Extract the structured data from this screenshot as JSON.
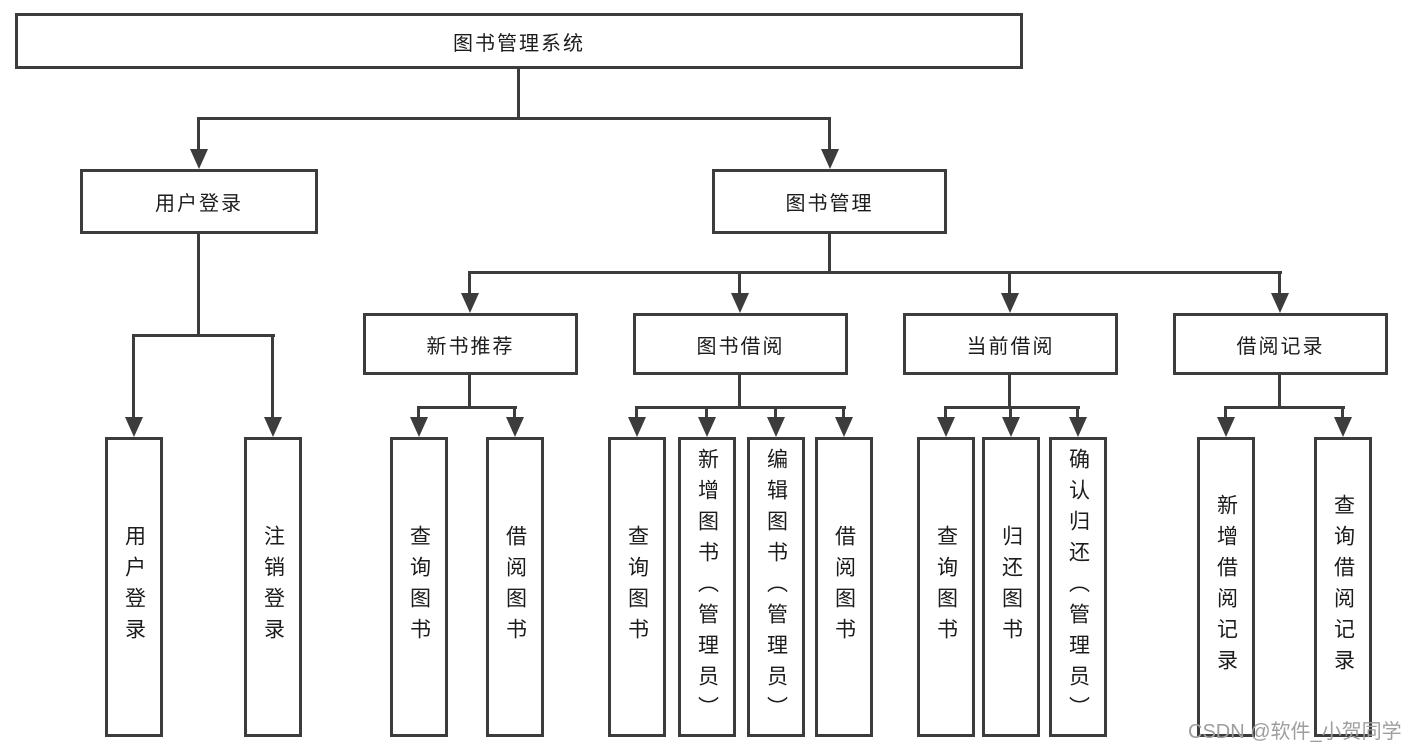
{
  "colors": {
    "line": "#3c3c3c",
    "text": "#1c1c1c",
    "watermark": "#9e9e9e",
    "background": "#ffffff"
  },
  "watermark": "CSDN @软件_小贺同学",
  "tree": {
    "label": "图书管理系统",
    "children": [
      {
        "label": "用户登录",
        "children": [
          {
            "label": "用户登录"
          },
          {
            "label": "注销登录"
          }
        ]
      },
      {
        "label": "图书管理",
        "children": [
          {
            "label": "新书推荐",
            "children": [
              {
                "label": "查询图书"
              },
              {
                "label": "借阅图书"
              }
            ]
          },
          {
            "label": "图书借阅",
            "children": [
              {
                "label": "查询图书"
              },
              {
                "label": "新增图书（管理员）"
              },
              {
                "label": "编辑图书（管理员）"
              },
              {
                "label": "借阅图书"
              }
            ]
          },
          {
            "label": "当前借阅",
            "children": [
              {
                "label": "查询图书"
              },
              {
                "label": "归还图书"
              },
              {
                "label": "确认归还（管理员）"
              }
            ]
          },
          {
            "label": "借阅记录",
            "children": [
              {
                "label": "新增借阅记录"
              },
              {
                "label": "查询借阅记录"
              }
            ]
          }
        ]
      }
    ]
  }
}
